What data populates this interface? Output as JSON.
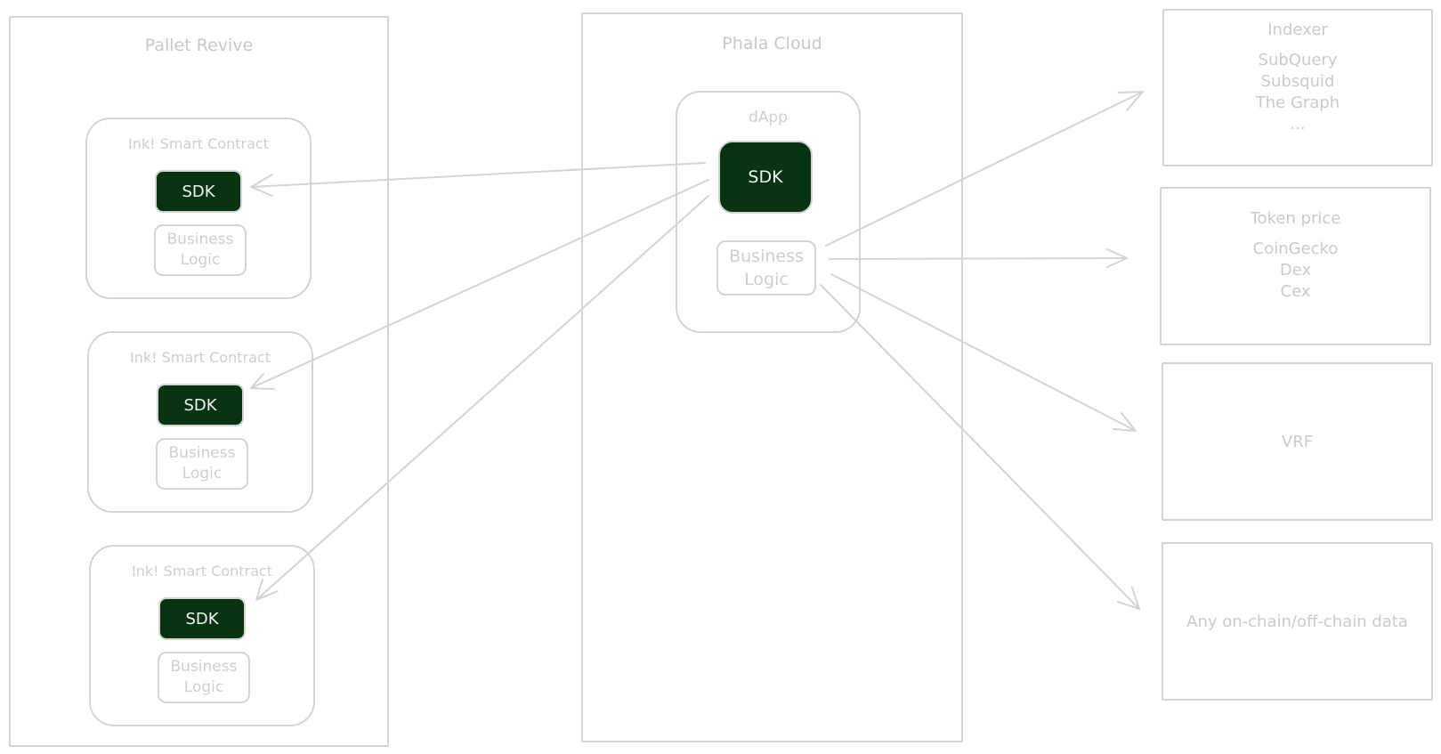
{
  "pallet": {
    "title": "Pallet Revive",
    "contracts": [
      {
        "title": "Ink! Smart Contract",
        "sdk": "SDK",
        "logic": [
          "Business",
          "Logic"
        ]
      },
      {
        "title": "Ink! Smart Contract",
        "sdk": "SDK",
        "logic": [
          "Business",
          "Logic"
        ]
      },
      {
        "title": "Ink! Smart Contract",
        "sdk": "SDK",
        "logic": [
          "Business",
          "Logic"
        ]
      }
    ]
  },
  "cloud": {
    "title": "Phala Cloud",
    "dapp": {
      "title": "dApp",
      "sdk": "SDK",
      "logic": [
        "Business",
        "Logic"
      ]
    }
  },
  "sources": [
    {
      "title": "Indexer",
      "items": [
        "SubQuery",
        "Subsquid",
        "The Graph",
        "..."
      ]
    },
    {
      "title": "Token price",
      "items": [
        "CoinGecko",
        "Dex",
        "Cex"
      ]
    },
    {
      "title": "VRF",
      "items": []
    },
    {
      "title": "Any on-chain/off-chain data",
      "items": []
    }
  ],
  "colors": {
    "sdk_fill": "#073311",
    "stroke": "#d4d4d4",
    "text_muted": "#c8c8c8"
  }
}
